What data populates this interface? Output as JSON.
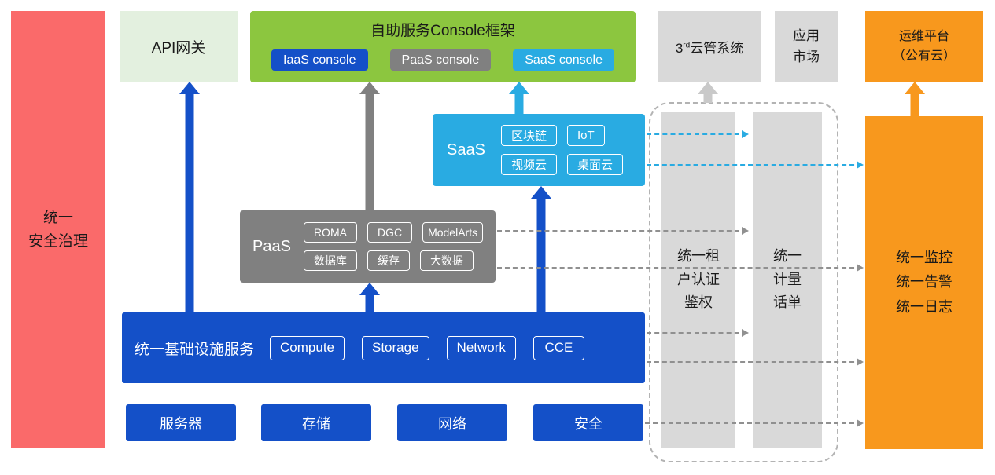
{
  "security_rail": {
    "label": "统一\n安全治理"
  },
  "api_gateway": {
    "label": "API网关"
  },
  "console_framework": {
    "title": "自助服务Console框架",
    "consoles": [
      "IaaS console",
      "PaaS console",
      "SaaS console"
    ]
  },
  "third_party_cms": {
    "num": "3",
    "sup": "rd",
    "rest": "云管系统"
  },
  "app_market": {
    "label": "应用\n市场"
  },
  "om_platform": {
    "label": "运维平台\n（公有云）"
  },
  "saas": {
    "label": "SaaS",
    "services": [
      "区块链",
      "IoT",
      "视频云",
      "桌面云"
    ]
  },
  "paas": {
    "label": "PaaS",
    "services": [
      "ROMA",
      "DGC",
      "ModelArts",
      "数据库",
      "缓存",
      "大数据"
    ]
  },
  "iaas": {
    "label": "统一基础设施服务",
    "services": [
      "Compute",
      "Storage",
      "Network",
      "CCE"
    ]
  },
  "hardware": {
    "items": [
      "服务器",
      "存储",
      "网络",
      "安全"
    ]
  },
  "tenant_auth": {
    "label": "统一租\n户认证\n鉴权"
  },
  "metering": {
    "label": "统一\n计量\n话单"
  },
  "ops_rail": {
    "label": "统一监控\n统一告警\n统一日志"
  },
  "colors": {
    "blue": "#1450c8",
    "cyan": "#29abe2",
    "green": "#8cc63f",
    "pale_green": "#e3f0df",
    "gray": "#808080",
    "light_gray": "#d9d9d9",
    "orange": "#f8981d",
    "salmon": "#fa6a6a"
  }
}
